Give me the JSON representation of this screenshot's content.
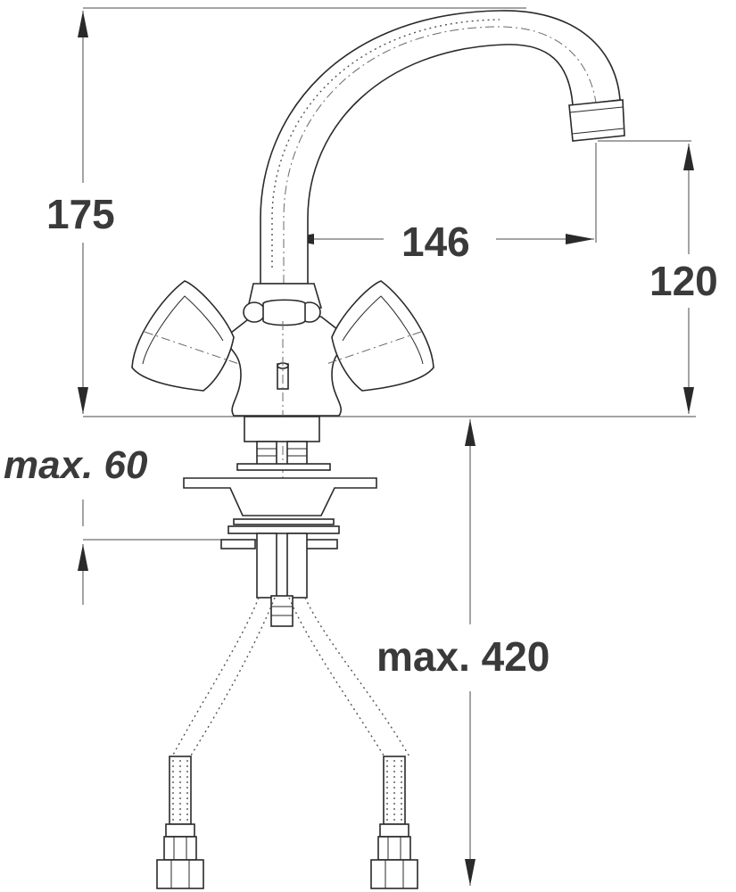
{
  "drawing": {
    "dimensions": {
      "total_height": "175",
      "spout_reach": "146",
      "spout_height": "120",
      "max_deck_thickness": "max. 60",
      "max_hose_length": "max. 420"
    }
  }
}
